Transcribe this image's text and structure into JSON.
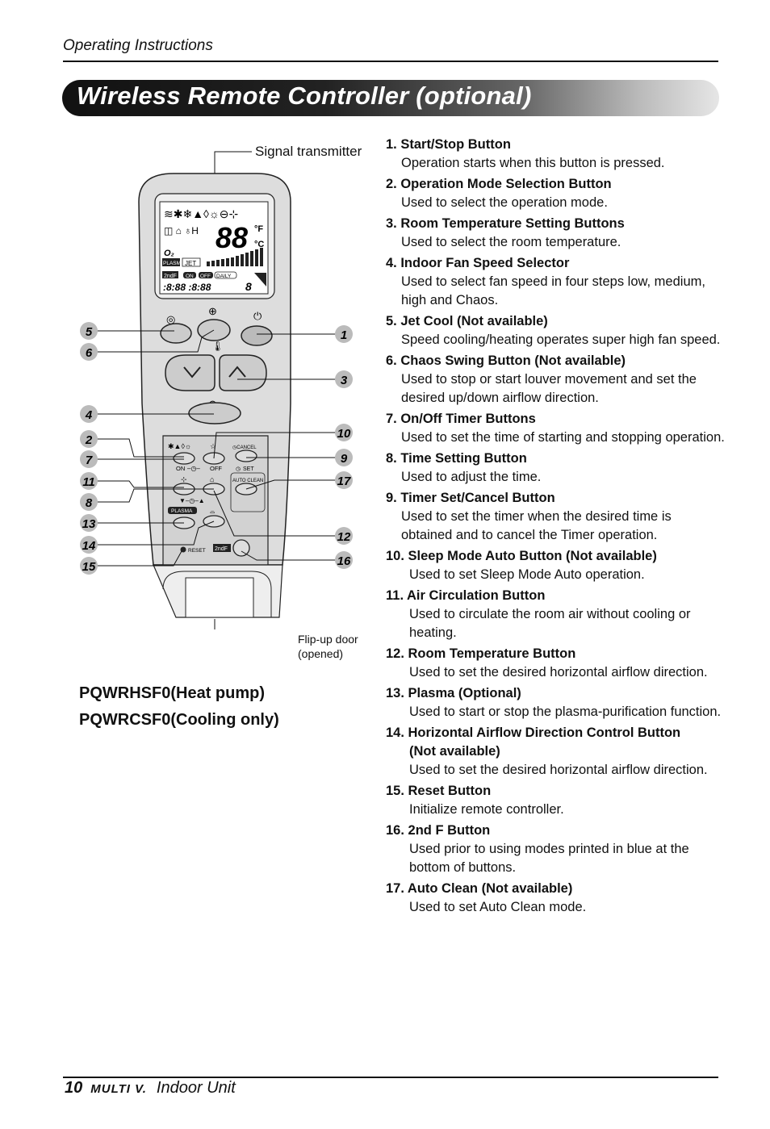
{
  "header": {
    "section": "Operating Instructions",
    "title": "Wireless Remote Controller (optional)"
  },
  "figure": {
    "signal_label": "Signal transmitter",
    "flip_label_1": "Flip-up door",
    "flip_label_2": "(opened)",
    "remote": {
      "lcd_jet": "JET",
      "lcd_plasma": "PLASMA",
      "lcd_on": "ON",
      "lcd_off": "OFF",
      "lcd_daily": "DAILY",
      "lcd_temp": "88",
      "btn_cancel": "CANCEL",
      "btn_set": "SET",
      "btn_on": "ON",
      "btn_off": "OFF",
      "btn_auto_clean": "AUTO CLEAN",
      "btn_plasma": "PLASMA",
      "btn_reset": "RESET",
      "btn_2ndf": "2ndF"
    },
    "callouts_left": [
      "5",
      "6",
      "4",
      "2",
      "7",
      "11",
      "8",
      "13",
      "14",
      "15"
    ],
    "callouts_right": [
      "1",
      "3",
      "10",
      "9",
      "17",
      "12",
      "16"
    ]
  },
  "models": [
    "PQWRHSF0(Heat pump)",
    "PQWRCSF0(Cooling only)"
  ],
  "items": [
    {
      "title": "1. Start/Stop Button",
      "desc": "Operation starts when this button is pressed."
    },
    {
      "title": "2. Operation Mode Selection Button",
      "desc": "Used to select the operation mode."
    },
    {
      "title": "3. Room Temperature Setting Buttons",
      "desc": "Used to select the room temperature."
    },
    {
      "title": "4. Indoor Fan Speed Selector",
      "desc": "Used to select fan speed in four steps low, medium, high and Chaos."
    },
    {
      "title": "5. Jet Cool (Not available)",
      "desc": "Speed cooling/heating operates super high fan speed."
    },
    {
      "title": "6. Chaos Swing Button (Not available)",
      "desc": "Used to stop or start louver movement and set the desired up/down airflow direction."
    },
    {
      "title": "7. On/Off Timer Buttons",
      "desc": "Used to set the time of starting and stopping operation."
    },
    {
      "title": "8. Time Setting Button",
      "desc": "Used to adjust the time."
    },
    {
      "title": "9. Timer Set/Cancel Button",
      "desc": "Used to set the timer when the desired time is obtained and to cancel the Timer operation."
    },
    {
      "title": "10. Sleep Mode Auto Button (Not available)",
      "desc": "Used to set Sleep Mode Auto operation."
    },
    {
      "title": "11. Air Circulation Button",
      "desc": "Used to circulate the room air without cooling or heating."
    },
    {
      "title": "12. Room Temperature Button",
      "desc": "Used to set the desired horizontal airflow direction."
    },
    {
      "title": "13. Plasma (Optional)",
      "desc": "Used to start or stop the plasma-purification function."
    },
    {
      "title": "14. Horizontal Airflow Direction Control Button",
      "title2": "(Not available)",
      "desc": "Used to set the desired horizontal airflow direction."
    },
    {
      "title": "15. Reset Button",
      "desc": "Initialize remote controller."
    },
    {
      "title": "16. 2nd F Button",
      "desc": "Used prior to using modes printed in blue at the bottom of buttons."
    },
    {
      "title": "17. Auto Clean (Not available)",
      "desc": "Used to set Auto Clean mode."
    }
  ],
  "footer": {
    "page": "10",
    "brand": "MULTI V.",
    "unit": "Indoor Unit"
  }
}
